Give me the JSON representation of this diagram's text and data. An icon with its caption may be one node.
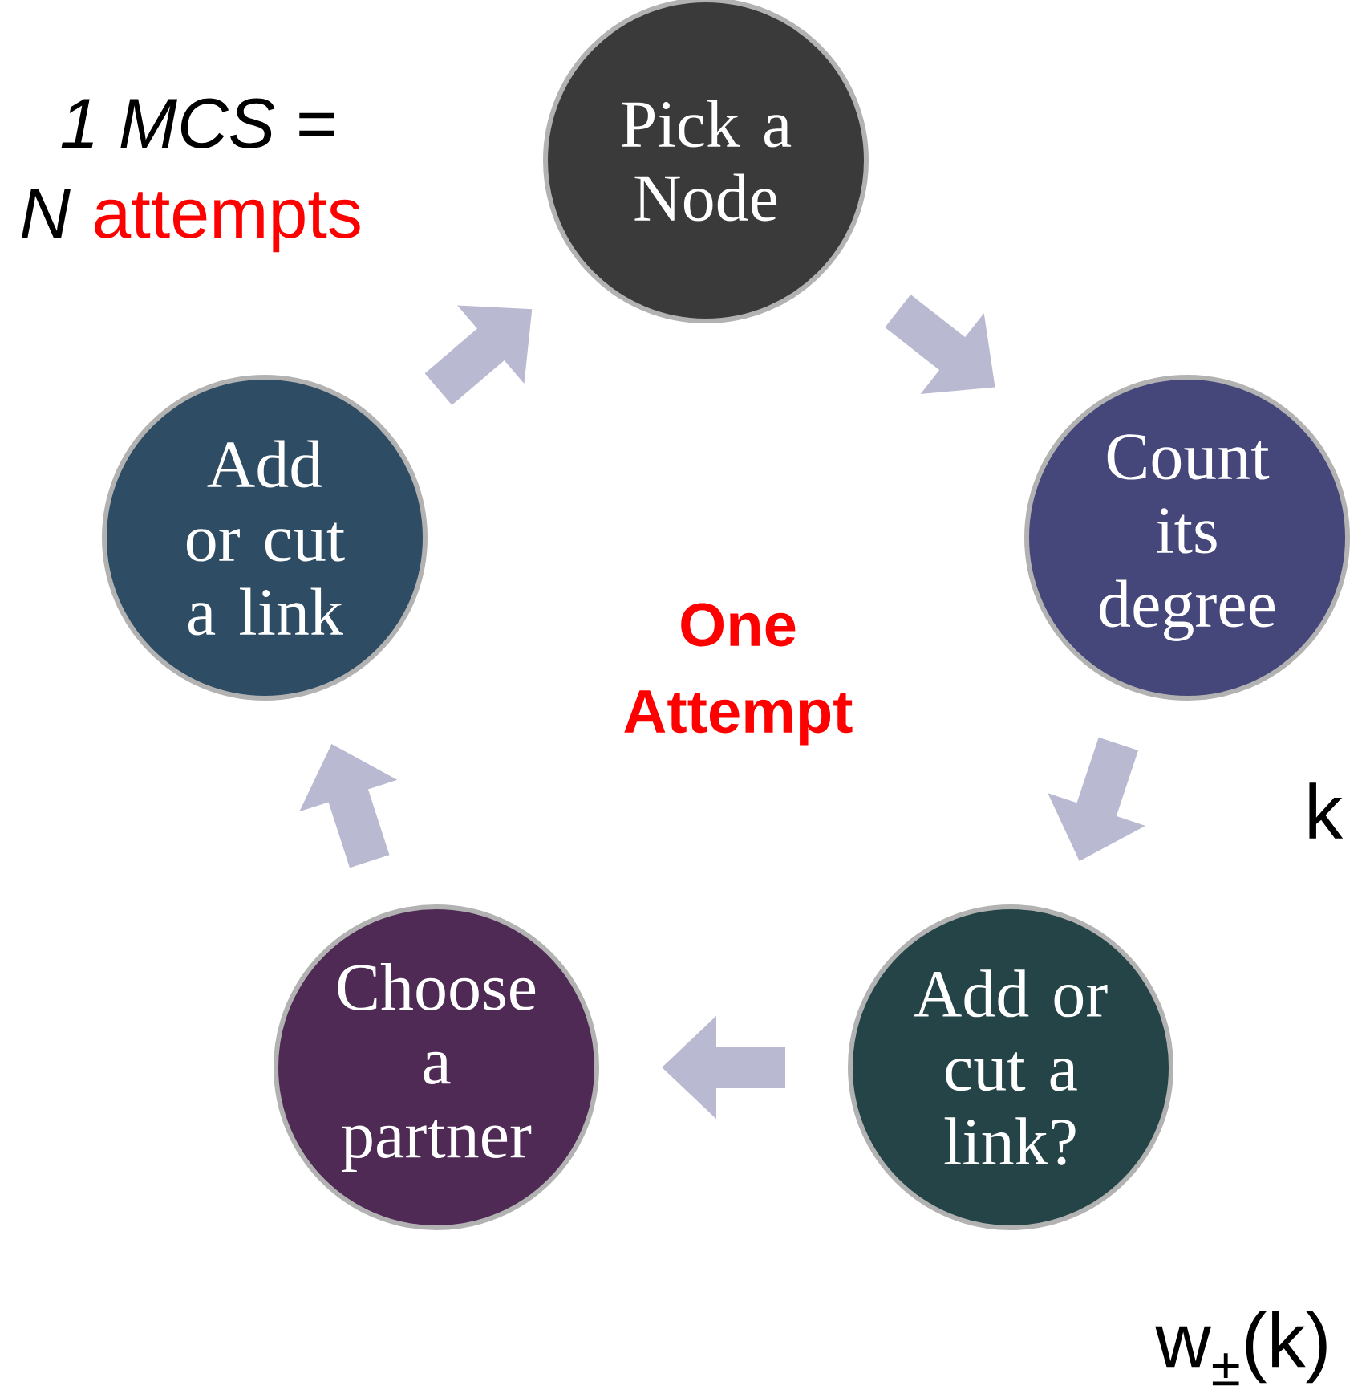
{
  "diagram": {
    "nodes": [
      {
        "text": [
          "Pick a Node"
        ]
      },
      {
        "text": [
          "Count its degree"
        ]
      },
      {
        "text": [
          "Add or cut a link?"
        ]
      },
      {
        "text": [
          "Choose a partner"
        ]
      },
      {
        "text": [
          "Add or cut a link"
        ]
      }
    ],
    "edges": [
      {
        "from": 0,
        "to": 1,
        "arrow": "to"
      },
      {
        "from": 1,
        "to": 2,
        "arrow": "to"
      },
      {
        "from": 2,
        "to": 3,
        "arrow": "to"
      },
      {
        "from": 3,
        "to": 4,
        "arrow": "to"
      },
      {
        "from": 4,
        "to": 0,
        "arrow": "to"
      }
    ],
    "labels": [
      "1 MCS =",
      "N",
      "attempts",
      "One Attempt",
      "k",
      "w$_{±}$(k)"
    ]
  }
}
